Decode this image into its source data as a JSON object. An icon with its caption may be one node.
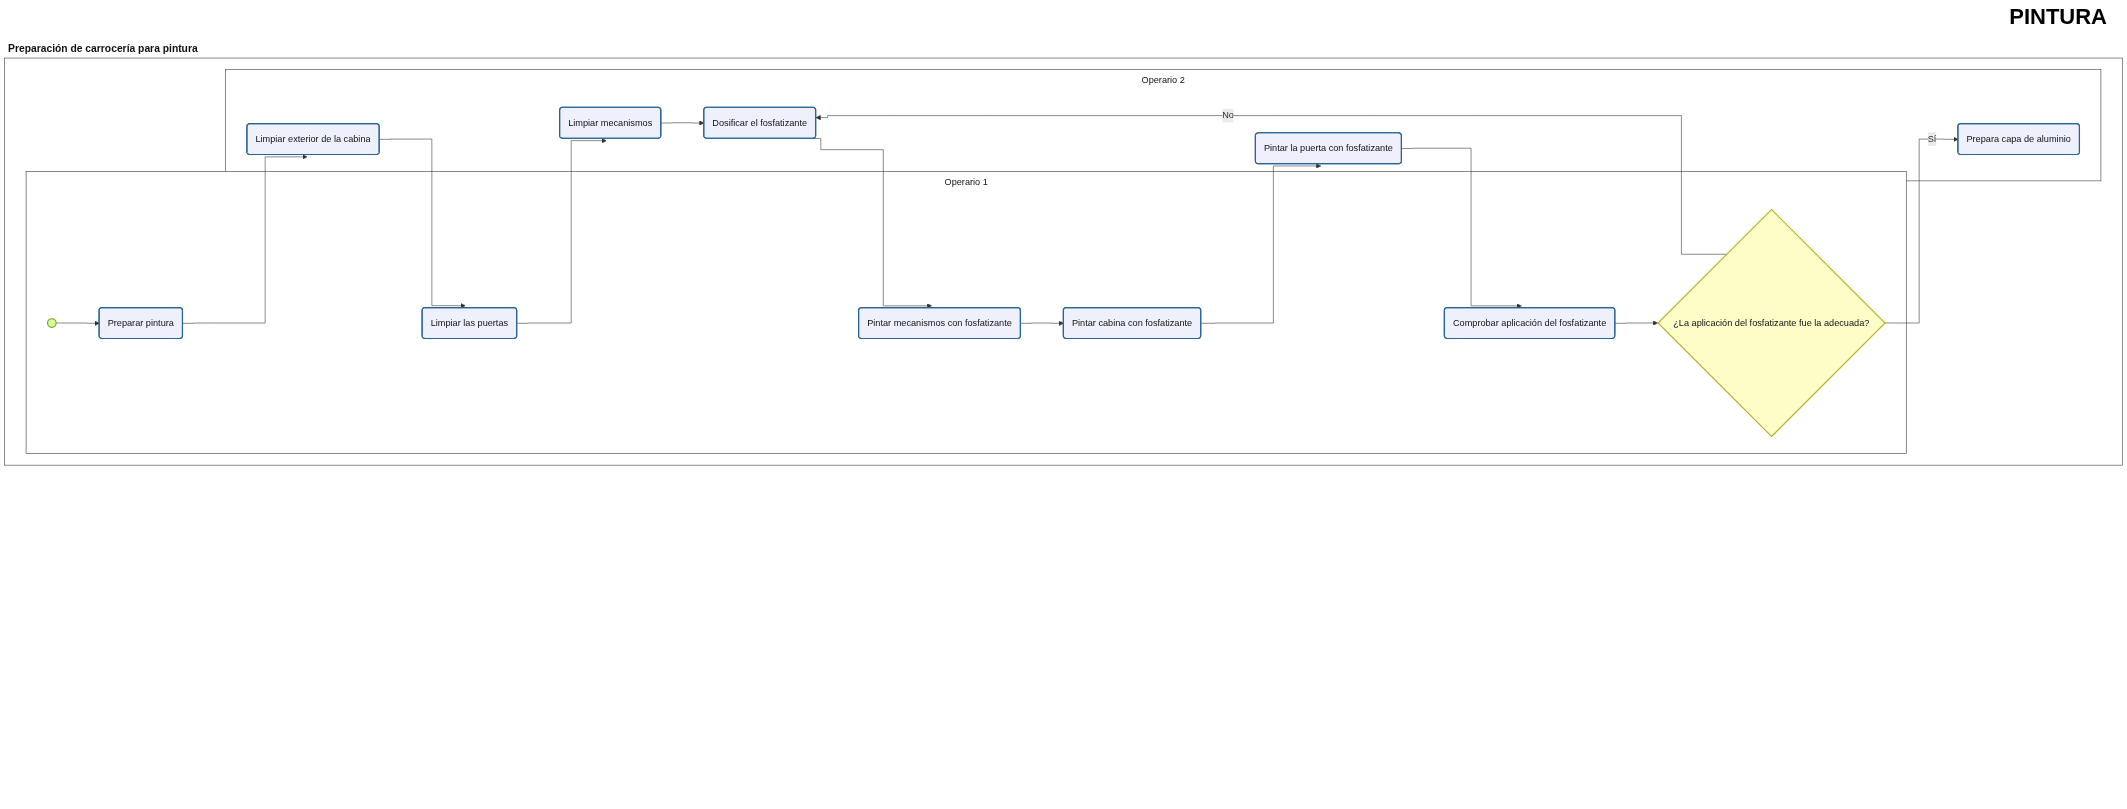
{
  "diagram": {
    "nodes": [
      {
        "text": [
          "Preparación de carrocería para pintura"
        ]
      },
      {
        "text": [
          "Operario 1"
        ],
        "in": 0
      },
      {
        "text": [],
        "shape": "circle",
        "in": 1
      },
      {
        "text": [
          "Preparar pintura"
        ],
        "in": 1
      },
      {
        "text": [
          "Limpiar las puertas"
        ],
        "in": 1
      },
      {
        "text": [
          "Pintar mecanismos con fosfatizante"
        ],
        "in": 1
      },
      {
        "text": [
          "Pintar cabina con fosfatizante"
        ],
        "in": 1
      },
      {
        "text": [
          "Comprobar aplicación del fosfatizante"
        ],
        "in": 1
      },
      {
        "text": [
          "¿La aplicación del fosfatizante fue la adecuada?"
        ],
        "in": 1
      },
      {
        "text": [
          "Operario 2"
        ],
        "in": 0
      },
      {
        "text": [
          "Limpiar exterior de la cabina"
        ],
        "in": 9
      },
      {
        "text": [
          "Limpiar mecanismos"
        ],
        "in": 9
      },
      {
        "text": [
          "Dosificar el fosfatizante"
        ],
        "in": 9
      },
      {
        "text": [
          "Pintar la puerta con fosfatizante"
        ],
        "in": 9
      },
      {
        "text": [
          "Prepara capa de aluminio"
        ],
        "in": 9
      }
    ],
    "edges": [
      {
        "from": 2,
        "to": 3,
        "arrow": "to"
      },
      {
        "from": 3,
        "to": 10,
        "arrow": "to"
      },
      {
        "from": 10,
        "to": 4,
        "arrow": "to"
      },
      {
        "from": 4,
        "to": 11,
        "arrow": "to"
      },
      {
        "from": 11,
        "to": 12,
        "arrow": "to"
      },
      {
        "from": 12,
        "to": 5,
        "arrow": "to"
      },
      {
        "from": 5,
        "to": 6,
        "arrow": "to"
      },
      {
        "from": 6,
        "to": 13,
        "arrow": "to"
      },
      {
        "from": 13,
        "to": 7,
        "arrow": "to"
      },
      {
        "from": 7,
        "to": 8,
        "arrow": "to"
      },
      {
        "from": 8,
        "to": 14,
        "arrow": "to",
        "label": "Sí"
      },
      {
        "from": 8,
        "to": 12,
        "arrow": "to",
        "label": "No"
      }
    ],
    "labels": [
      "PINTURA"
    ]
  }
}
